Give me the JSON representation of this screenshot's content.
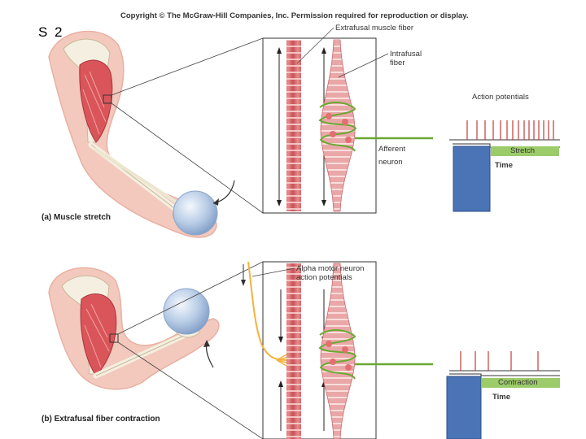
{
  "slide": {
    "label": "S 2"
  },
  "copyright": "Copyright © The McGraw-Hill Companies, Inc. Permission required for reproduction or display.",
  "panel_a": {
    "caption_letter": "(a)",
    "caption_text": "Muscle stretch",
    "labels": {
      "extrafusal": "Extrafusal muscle fiber",
      "intrafusal_line1": "Intrafusal",
      "intrafusal_line2": "fiber",
      "afferent_line1": "Afferent",
      "afferent_line2": "neuron",
      "action_potentials": "Action potentials",
      "stretch": "Stretch",
      "time": "Time"
    }
  },
  "panel_b": {
    "caption_letter": "(b)",
    "caption_text": "Extrafusal fiber contraction",
    "labels": {
      "alpha_line1": "Alpha motor neuron",
      "alpha_line2": "action potentials",
      "contraction": "Contraction",
      "time": "Time"
    }
  },
  "colors": {
    "skin": "#f3c9bd",
    "muscle": "#d9555a",
    "bone": "#f4efe0",
    "ball": "#b9cde6",
    "nerve_green": "#6aa832",
    "bar_green": "#9ccb6a",
    "bar_blue": "#4a74b6",
    "alpha_yellow": "#f2b33d"
  }
}
